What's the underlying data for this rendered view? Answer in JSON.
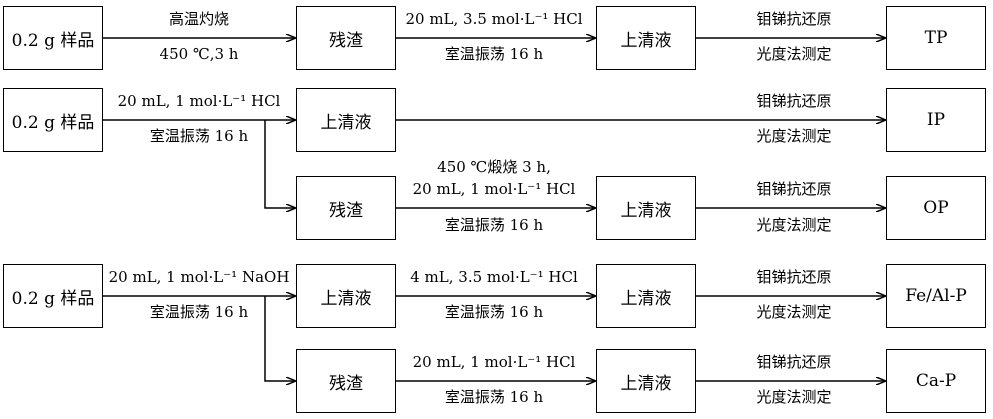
{
  "rows": {
    "tp": {
      "sample": "0.2 g 样品",
      "step1_top": "高温灼烧",
      "step1_bottom": "450 ℃,3 h",
      "residue": "残渣",
      "step2_top": "20 mL, 3.5 mol·L⁻¹ HCl",
      "step2_bottom": "室温振荡 16 h",
      "supernatant": "上清液",
      "method_line1": "钼锑抗还原",
      "method_line2": "光度法测定",
      "result": "TP"
    },
    "ip_op": {
      "sample": "0.2 g 样品",
      "step1_top": "20 mL, 1 mol·L⁻¹ HCl",
      "step1_bottom": "室温振荡 16 h",
      "supernatant": "上清液",
      "ip_method_line1": "钼锑抗还原",
      "ip_method_line2": "光度法测定",
      "ip_result": "IP",
      "residue": "残渣",
      "op_step_line1": "450 ℃煅烧 3 h,",
      "op_step_line2": "20 mL, 1 mol·L⁻¹ HCl",
      "op_step_bottom": "室温振荡 16 h",
      "op_supernatant": "上清液",
      "op_method_line1": "钼锑抗还原",
      "op_method_line2": "光度法测定",
      "op_result": "OP"
    },
    "feal_ca": {
      "sample": "0.2 g 样品",
      "step1_top": "20 mL, 1 mol·L⁻¹ NaOH",
      "step1_bottom": "室温振荡 16 h",
      "supernatant": "上清液",
      "fe_step_top": "4 mL, 3.5 mol·L⁻¹ HCl",
      "fe_step_bottom": "室温振荡 16 h",
      "fe_supernatant": "上清液",
      "fe_method_line1": "钼锑抗还原",
      "fe_method_line2": "光度法测定",
      "fe_result": "Fe/Al-P",
      "residue": "残渣",
      "ca_step_top": "20 mL, 1 mol·L⁻¹ HCl",
      "ca_step_bottom": "室温振荡 16 h",
      "ca_supernatant": "上清液",
      "ca_method_line1": "钼锑抗还原",
      "ca_method_line2": "光度法测定",
      "ca_result": "Ca-P"
    }
  }
}
